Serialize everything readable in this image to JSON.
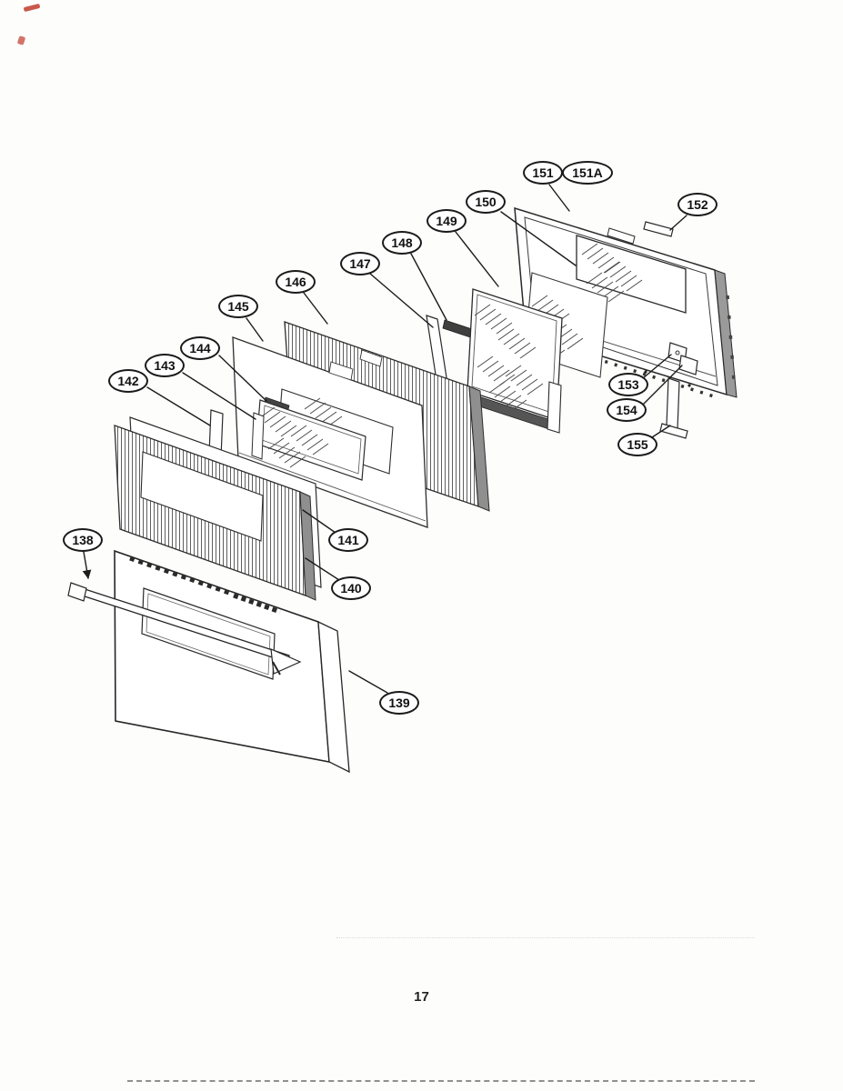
{
  "page": {
    "number": "17"
  },
  "callouts": {
    "c138": {
      "label": "138"
    },
    "c139": {
      "label": "139"
    },
    "c140": {
      "label": "140"
    },
    "c141": {
      "label": "141"
    },
    "c142": {
      "label": "142"
    },
    "c143": {
      "label": "143"
    },
    "c144": {
      "label": "144"
    },
    "c145": {
      "label": "145"
    },
    "c146": {
      "label": "146"
    },
    "c147": {
      "label": "147"
    },
    "c148": {
      "label": "148"
    },
    "c149": {
      "label": "149"
    },
    "c150": {
      "label": "150"
    },
    "c151": {
      "label": "151"
    },
    "c151a": {
      "label": "151A"
    },
    "c152": {
      "label": "152"
    },
    "c153": {
      "label": "153"
    },
    "c154": {
      "label": "154"
    },
    "c155": {
      "label": "155"
    }
  }
}
